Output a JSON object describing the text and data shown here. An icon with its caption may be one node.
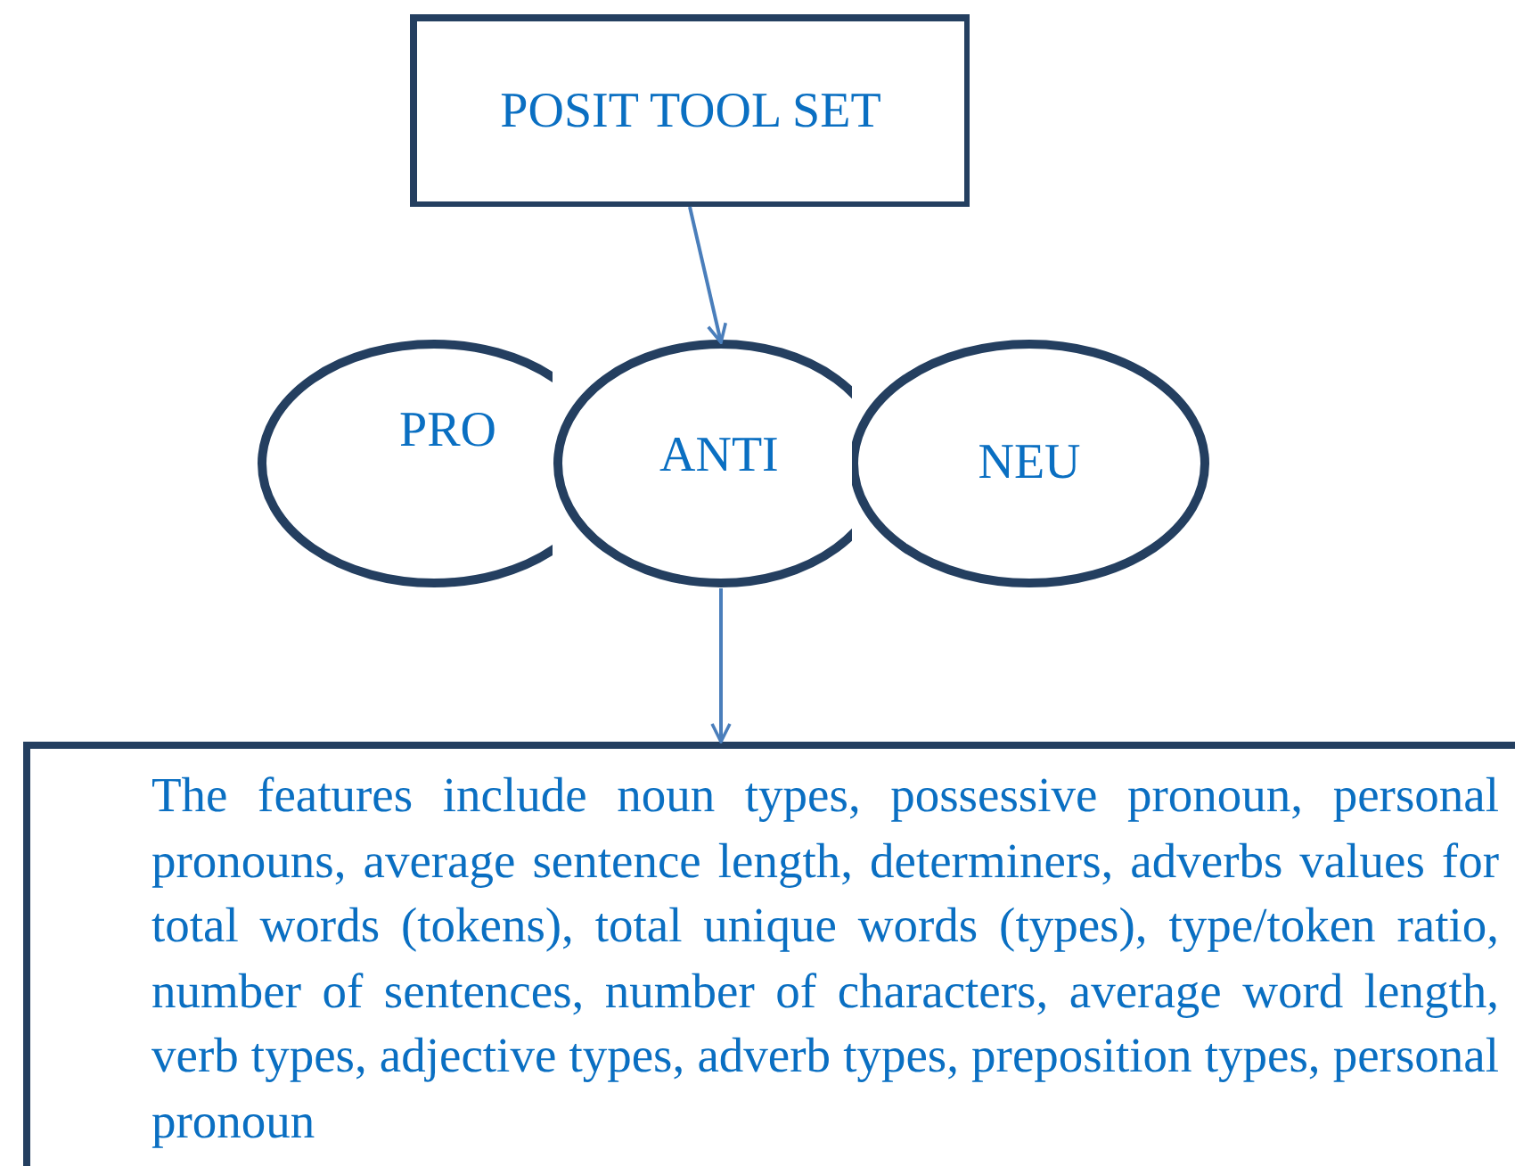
{
  "diagram": {
    "nodes": [
      {
        "text": [
          "POSIT TOOL SET"
        ]
      },
      {
        "text": [
          "PRO"
        ]
      },
      {
        "text": [
          "ANTI"
        ]
      },
      {
        "text": [
          "NEU"
        ]
      },
      {
        "text": [
          "The features include noun types, possessive pronoun, personal pronouns, average sentence length, determiners, adverbs values for total words (tokens), total unique words (types), type/token ratio, number of sentences, number of characters, average word length, verb types, adjective types, adverb types, preposition types, personal pronoun"
        ]
      }
    ],
    "edges": [
      {
        "from": 0,
        "to": 2,
        "arrow": "to"
      },
      {
        "from": 2,
        "to": 4,
        "arrow": "to"
      }
    ]
  }
}
